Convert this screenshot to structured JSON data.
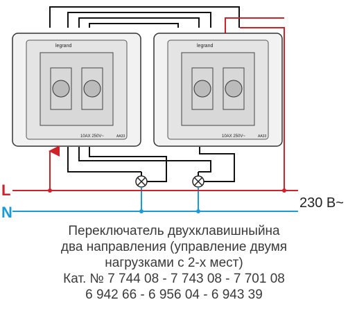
{
  "lines": {
    "L_label": "L",
    "N_label": "N",
    "voltage": "230 В~",
    "L_color": "#d0202a",
    "N_color": "#1a9ad6"
  },
  "switches": [
    {
      "brand": "legrand",
      "rating": "10AX 250V~",
      "code_small": "AA33"
    },
    {
      "brand": "legrand",
      "rating": "10AX 250V~",
      "code_small": "AA33"
    }
  ],
  "caption": {
    "line1": "Переключатель двухклавишныйна",
    "line2": "два направления (управление двумя",
    "line3": "нагрузками с 2-х мест)",
    "line4": "Кат. № 7 744 08 - 7 743 08 - 7 701 08",
    "line5": "6 942 66 - 6 956 04 - 6 943 39"
  }
}
